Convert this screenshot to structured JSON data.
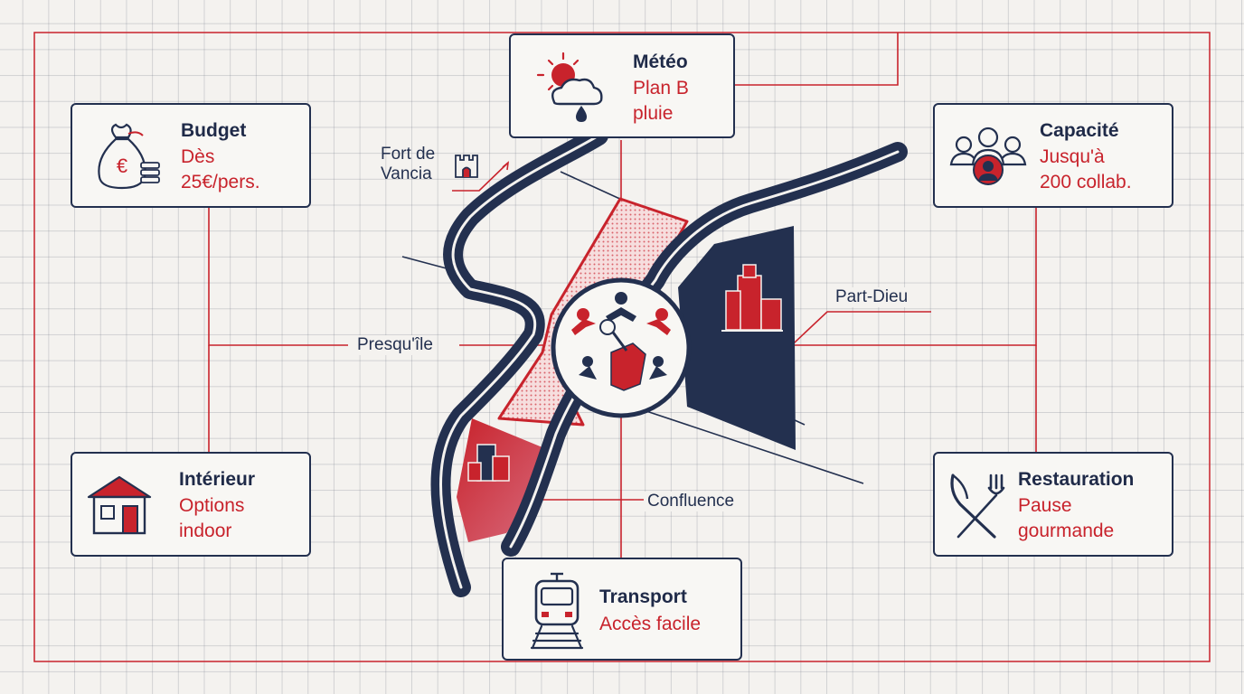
{
  "colors": {
    "navy": "#23304f",
    "red": "#c8232c",
    "background": "#f4f2ef",
    "grid": "#b9bcc6"
  },
  "cards": {
    "budget": {
      "title": "Budget",
      "line1": "Dès",
      "line2": "25€/pers.",
      "icon": "money-bag-icon"
    },
    "meteo": {
      "title": "Météo",
      "line1": "Plan B",
      "line2": "pluie",
      "icon": "weather-icon"
    },
    "capacite": {
      "title": "Capacité",
      "line1": "Jusqu'à",
      "line2": "200 collab.",
      "icon": "people-icon"
    },
    "interieur": {
      "title": "Intérieur",
      "line1": "Options",
      "line2": "indoor",
      "icon": "house-icon"
    },
    "restauration": {
      "title": "Restauration",
      "line1": "Pause",
      "line2": "gourmande",
      "icon": "fork-knife-icon"
    },
    "transport": {
      "title": "Transport",
      "line1": "Accès facile",
      "icon": "tram-icon"
    }
  },
  "map_labels": {
    "fort_line1": "Fort de",
    "fort_line2": "Vancia",
    "presquile": "Presqu'île",
    "part_dieu": "Part-Dieu",
    "confluence": "Confluence"
  },
  "center_icon": "team-microphone-icon"
}
